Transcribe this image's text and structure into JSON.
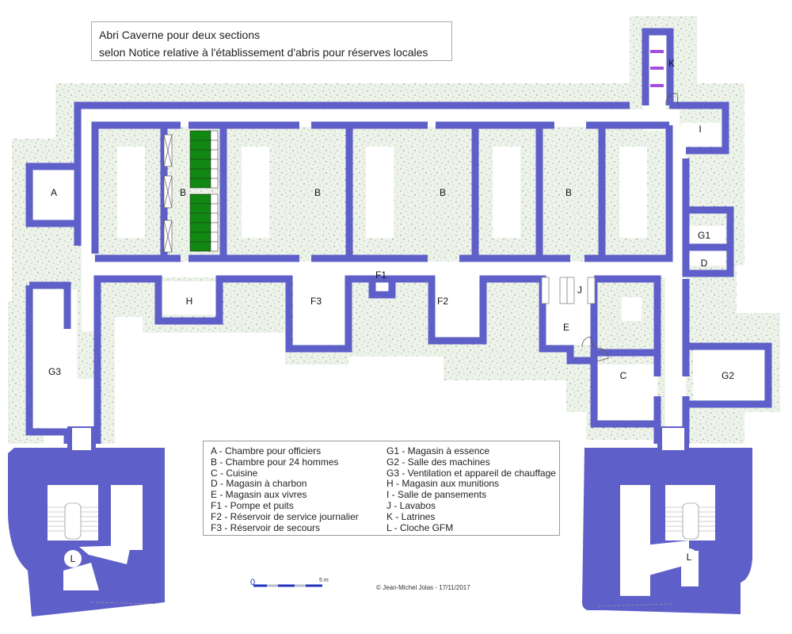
{
  "title": {
    "line1": "Abri Caverne pour deux sections",
    "line2": "selon Notice relative à l'établissement d'abris pour réserves locales"
  },
  "room_labels": {
    "A": "A",
    "B1": "B",
    "B2": "B",
    "B3": "B",
    "B4": "B",
    "C": "C",
    "D": "D",
    "E": "E",
    "F1": "F1",
    "F2": "F2",
    "F3": "F3",
    "G1": "G1",
    "G2": "G2",
    "G3": "G3",
    "H": "H",
    "I": "I",
    "J": "J",
    "K": "K",
    "L_left": "L",
    "L_right": "L"
  },
  "legend": {
    "col1": [
      "A - Chambre pour officiers",
      "B - Chambre pour 24 hommes",
      "C - Cuisine",
      "D - Magasin à charbon",
      "E - Magasin aux vivres",
      "F1 - Pompe et puits",
      "F2 - Réservoir de service journalier",
      "F3 - Réservoir de secours"
    ],
    "col2": [
      "G1 - Magasin à essence",
      "G2 - Salle des machines",
      "G3 - Ventilation et appareil de chauffage",
      "H - Magasin aux munitions",
      "I  - Salle de pansements",
      "J - Lavabos",
      "K - Latrines",
      "L - Cloche GFM"
    ]
  },
  "scale": {
    "start": "0",
    "end": "5 m"
  },
  "copyright": "© Jean-Michel Jolas - 17/11/2017",
  "colors": {
    "wall": "#5e5fc8",
    "rock": "#eef3ea",
    "bunk": "#118811",
    "latrine": "#a050e0"
  }
}
